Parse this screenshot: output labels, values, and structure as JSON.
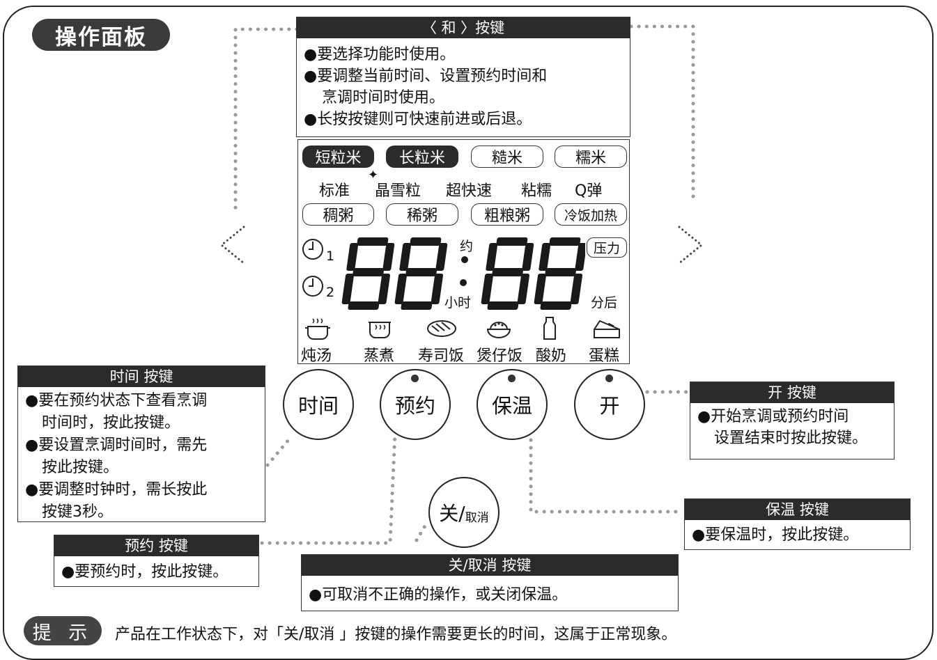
{
  "title": "操作面板",
  "arrow_keys": {
    "header": "〈 和 〉按键",
    "lines": [
      "●要选择功能时使用。",
      "●要调整当前时间、设置预约时间和",
      "烹调时间时使用。",
      "●长按按键则可快速前进或后退。"
    ]
  },
  "lcd": {
    "rice_types": [
      "短粒米",
      "长粒米",
      "糙米",
      "糯米"
    ],
    "menus": [
      "标准",
      "晶雪粒",
      "超快速",
      "粘糯",
      "Q弹"
    ],
    "porridge": [
      "稠粥",
      "稀粥",
      "粗粮粥",
      "冷饭加热"
    ],
    "timer1": "1",
    "timer2": "2",
    "yue": "约",
    "hours": "小时",
    "minutes_after": "分后",
    "pressure": "压力",
    "digits": "88:88",
    "cooking_modes": [
      {
        "label": "炖汤",
        "icon": "soup-pot-icon"
      },
      {
        "label": "蒸煮",
        "icon": "steam-pot-icon"
      },
      {
        "label": "寿司饭",
        "icon": "sushi-icon"
      },
      {
        "label": "煲仔饭",
        "icon": "claypot-rice-icon"
      },
      {
        "label": "酸奶",
        "icon": "yogurt-bottle-icon"
      },
      {
        "label": "蛋糕",
        "icon": "cake-icon"
      }
    ]
  },
  "buttons": {
    "time": "时间",
    "reserve": "预约",
    "keep_warm": "保温",
    "start": "开",
    "off_main": "关/",
    "off_sub": "取消"
  },
  "time_key": {
    "header": "时间 按键",
    "lines": [
      "●要在预约状态下查看烹调",
      "时间时，按此按键。",
      "●要设置烹调时间时，需先",
      "按此按键。",
      "●要调整时钟时，需长按此",
      "按键3秒。"
    ]
  },
  "reserve_key": {
    "header": "预约 按键",
    "lines": [
      "●要预约时，按此按键。"
    ]
  },
  "cancel_key": {
    "header": "关/取消 按键",
    "lines": [
      "●可取消不正确的操作，或关闭保温。"
    ]
  },
  "warm_key": {
    "header": "保温 按键",
    "lines": [
      "●要保温时，按此按键。"
    ]
  },
  "start_key": {
    "header": "开 按键",
    "lines": [
      "●开始烹调或预约时间",
      "设置结束时按此按键。"
    ]
  },
  "hint": {
    "label": "提 示",
    "text": "产品在工作状态下，对「关/取消 」按键的操作需要更长的时间，这属于正常现象。"
  }
}
